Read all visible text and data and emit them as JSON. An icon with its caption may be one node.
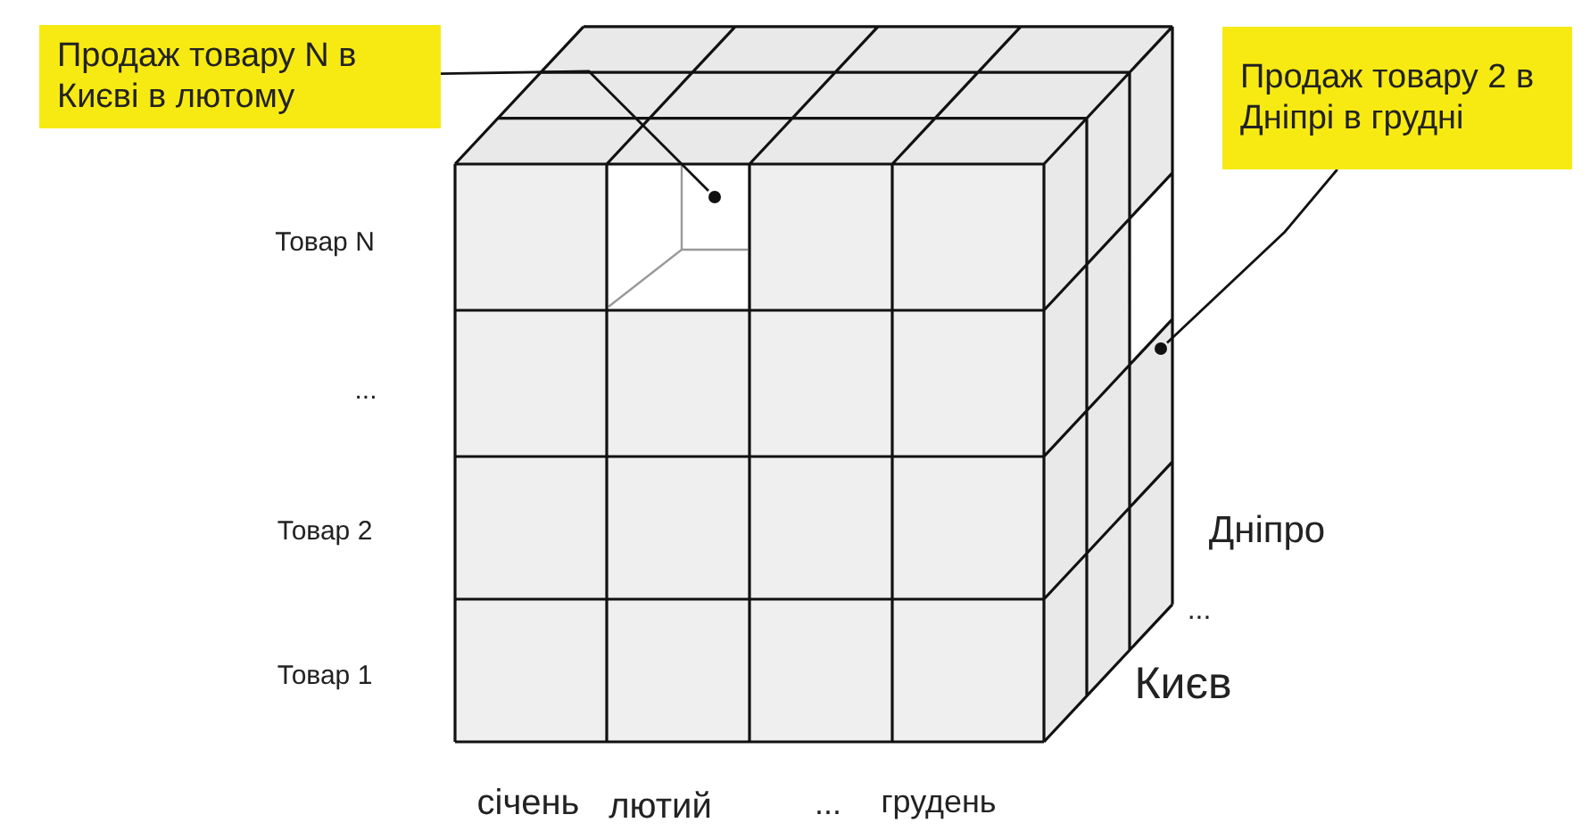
{
  "diagram": {
    "nodes": [
      {
        "text": [
          "Продаж товару N в Києві в лютому"
        ]
      },
      {
        "text": [],
        "shape": "circle"
      },
      {
        "text": [
          "Продаж товару 2 в Дніпрі в грудні"
        ]
      },
      {
        "text": [],
        "shape": "circle"
      }
    ],
    "edges": [
      {
        "from": 0,
        "to": 1,
        "arrow": "none"
      },
      {
        "from": 2,
        "to": 3,
        "arrow": "none"
      }
    ],
    "labels": [
      "Товар N",
      "...",
      "Товар 2",
      "Товар 1",
      "Дніпро",
      "...",
      "Києв",
      "січень",
      "лютий",
      "...",
      "грудень"
    ]
  }
}
